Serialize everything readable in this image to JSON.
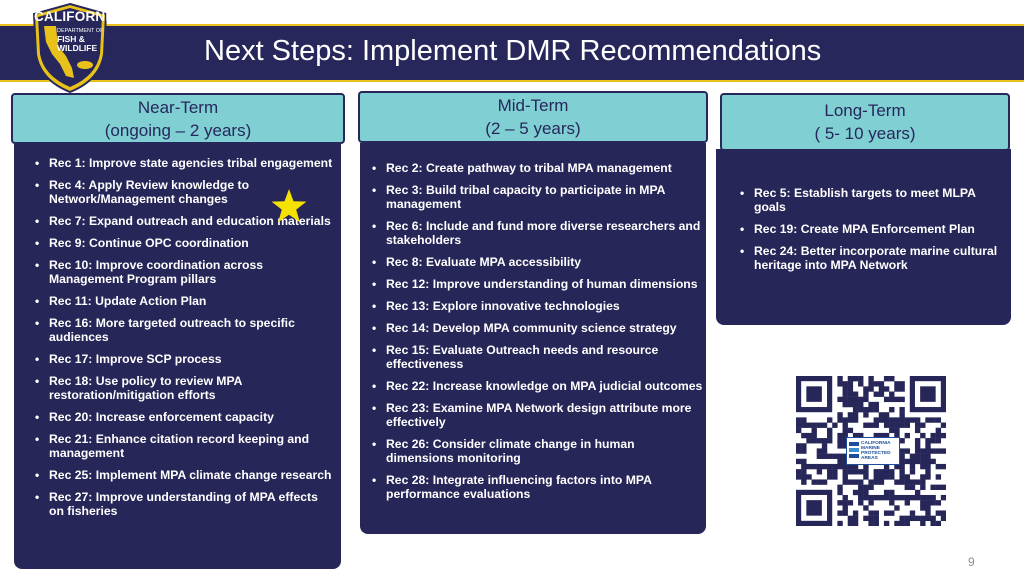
{
  "slide": {
    "title": "Next Steps: Implement DMR Recommendations",
    "page_number": "9",
    "logo": {
      "line1": "CALIFORNIA",
      "line2": "DEPARTMENT OF",
      "line3": "FISH &",
      "line4": "WILDLIFE"
    }
  },
  "columns": {
    "near": {
      "heading_line1": "Near-Term",
      "heading_line2": "(ongoing – 2 years)",
      "items": [
        "Rec 1: Improve state agencies tribal engagement",
        "Rec 4: Apply Review knowledge to Network/Management changes",
        "Rec 7: Expand outreach and education materials",
        "Rec 9: Continue OPC coordination",
        "Rec 10: Improve coordination across Management Program pillars",
        "Rec 11: Update Action Plan",
        "Rec 16: More targeted outreach to specific audiences",
        "Rec 17: Improve SCP process",
        "Rec 18: Use policy to review MPA restoration/mitigation efforts",
        "Rec 20: Increase enforcement capacity",
        "Rec 21: Enhance citation record keeping and management",
        "Rec 25: Implement MPA climate change research",
        "Rec 27: Improve understanding of MPA effects on fisheries"
      ]
    },
    "mid": {
      "heading_line1": "Mid-Term",
      "heading_line2": "(2 – 5 years)",
      "items": [
        "Rec 2: Create pathway to tribal MPA management",
        "Rec 3: Build tribal capacity to participate in MPA management",
        "Rec 6: Include and fund more diverse researchers and stakeholders",
        "Rec 8: Evaluate MPA accessibility",
        "Rec 12: Improve understanding of human dimensions",
        "Rec 13: Explore innovative technologies",
        "Rec 14: Develop MPA community science strategy",
        "Rec 15: Evaluate Outreach needs and resource effectiveness",
        "Rec 22: Increase knowledge on MPA judicial outcomes",
        "Rec 23: Examine MPA Network design attribute more effectively",
        "Rec 26: Consider climate change in human dimensions monitoring",
        "Rec 28: Integrate influencing factors into MPA performance evaluations"
      ]
    },
    "long": {
      "heading_line1": "Long-Term",
      "heading_line2": "( 5- 10 years)",
      "items": [
        "Rec 5: Establish targets to meet MLPA goals",
        "Rec 19: Create MPA Enforcement Plan",
        "Rec 24: Better incorporate marine cultural heritage into MPA Network"
      ]
    }
  },
  "qr_badge": {
    "line1": "CALIFORNIA",
    "line2": "MARINE",
    "line3": "PROTECTED",
    "line4": "AREAS"
  },
  "colors": {
    "navy": "#27275c",
    "teal": "#7fcfd3",
    "gold": "#e8c21a",
    "star": "#f5e200"
  },
  "icons": {
    "star": "star-icon",
    "logo": "cdfw-badge-logo",
    "qr": "qr-code"
  }
}
